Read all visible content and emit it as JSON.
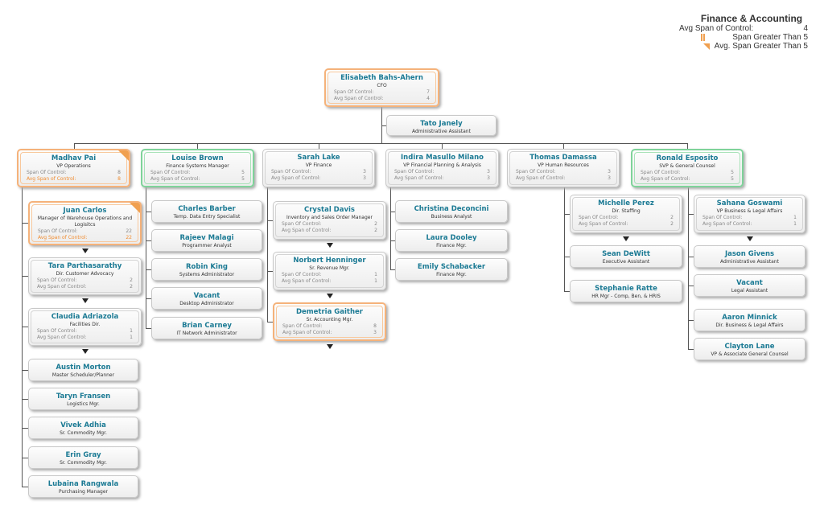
{
  "legend": {
    "title": "Finance & Accounting",
    "avg_label": "Avg Span of Control:",
    "avg_value": "4",
    "span_gt": "Span Greater Than 5",
    "avg_gt": "Avg. Span Greater Than 5",
    "highlight_color": "#f0a050"
  },
  "labels": {
    "span": "Span Of Control:",
    "avg": "Avg Span of Control:"
  },
  "nodes": [
    {
      "name": "Elisabeth Bahs-Ahern",
      "title": "CFO",
      "span": "7",
      "avg": "4",
      "style": "orange"
    },
    {
      "name": "Tato Janely",
      "title": "Administrative Assistant"
    },
    {
      "name": "Madhav Pai",
      "title": "VP Operations",
      "span": "8",
      "avg": "8",
      "style": "orange",
      "avg_high": true
    },
    {
      "name": "Louise Brown",
      "title": "Finance Systems Manager",
      "span": "5",
      "avg": "5",
      "style": "green"
    },
    {
      "name": "Sarah Lake",
      "title": "VP Finance",
      "span": "3",
      "avg": "3"
    },
    {
      "name": "Indira Masullo Milano",
      "title": "VP Financial Planning & Analysis",
      "span": "3",
      "avg": "3"
    },
    {
      "name": "Thomas Damassa",
      "title": "VP Human Resources",
      "span": "3",
      "avg": "3"
    },
    {
      "name": "Ronald Esposito",
      "title": "SVP & General Counsel",
      "span": "5",
      "avg": "5",
      "style": "green"
    },
    {
      "name": "Juan Carlos",
      "title": "Manager of Warehouse Operations and Logisitcs",
      "span": "22",
      "avg": "22",
      "style": "orange",
      "avg_high": true
    },
    {
      "name": "Tara Parthasarathy",
      "title": "Dir. Customer Advocacy",
      "span": "2",
      "avg": "2"
    },
    {
      "name": "Claudia Adriazola",
      "title": "Facilities Dir.",
      "span": "1",
      "avg": "1"
    },
    {
      "name": "Austin Morton",
      "title": "Master Scheduler/Planner"
    },
    {
      "name": "Taryn Fransen",
      "title": "Logistics Mgr."
    },
    {
      "name": "Vivek Adhia",
      "title": "Sr. Commodity Mgr."
    },
    {
      "name": "Erin Gray",
      "title": "Sr. Commodity Mgr."
    },
    {
      "name": "Lubaina Rangwala",
      "title": "Purchasing Manager"
    },
    {
      "name": "Charles Barber",
      "title": "Temp. Data Entry Specialist"
    },
    {
      "name": "Rajeev Malagi",
      "title": "Programmer Analyst"
    },
    {
      "name": "Robin King",
      "title": "Systems Administrator"
    },
    {
      "name": "Vacant",
      "title": "Desktop Administrator"
    },
    {
      "name": "Brian Carney",
      "title": "IT Network Administrator"
    },
    {
      "name": "Crystal Davis",
      "title": "Inventory and Sales Order Manager",
      "span": "2",
      "avg": "2"
    },
    {
      "name": "Norbert Henninger",
      "title": "Sr. Revenue Mgr.",
      "span": "1",
      "avg": "1"
    },
    {
      "name": "Demetria Gaither",
      "title": "Sr. Accounting Mgr.",
      "span": "8",
      "avg": "3",
      "style": "orange"
    },
    {
      "name": "Christina Deconcini",
      "title": "Business Analyst"
    },
    {
      "name": "Laura Dooley",
      "title": "Finance Mgr."
    },
    {
      "name": "Emily Schabacker",
      "title": "Finance Mgr."
    },
    {
      "name": "Michelle Perez",
      "title": "Dir. Staffing",
      "span": "2",
      "avg": "2"
    },
    {
      "name": "Sean DeWitt",
      "title": "Executive Assistant"
    },
    {
      "name": "Stephanie Ratte",
      "title": "HR Mgr - Comp, Ben, & HRIS"
    },
    {
      "name": "Sahana Goswami",
      "title": "VP Business & Legal Affairs",
      "span": "1",
      "avg": "1"
    },
    {
      "name": "Jason Givens",
      "title": "Administrative Assistant"
    },
    {
      "name": "Vacant",
      "title": "Legal Assistant"
    },
    {
      "name": "Aaron Minnick",
      "title": "Dir. Business & Legal Affairs"
    },
    {
      "name": "Clayton Lane",
      "title": "VP & Associate General Counsel"
    }
  ]
}
